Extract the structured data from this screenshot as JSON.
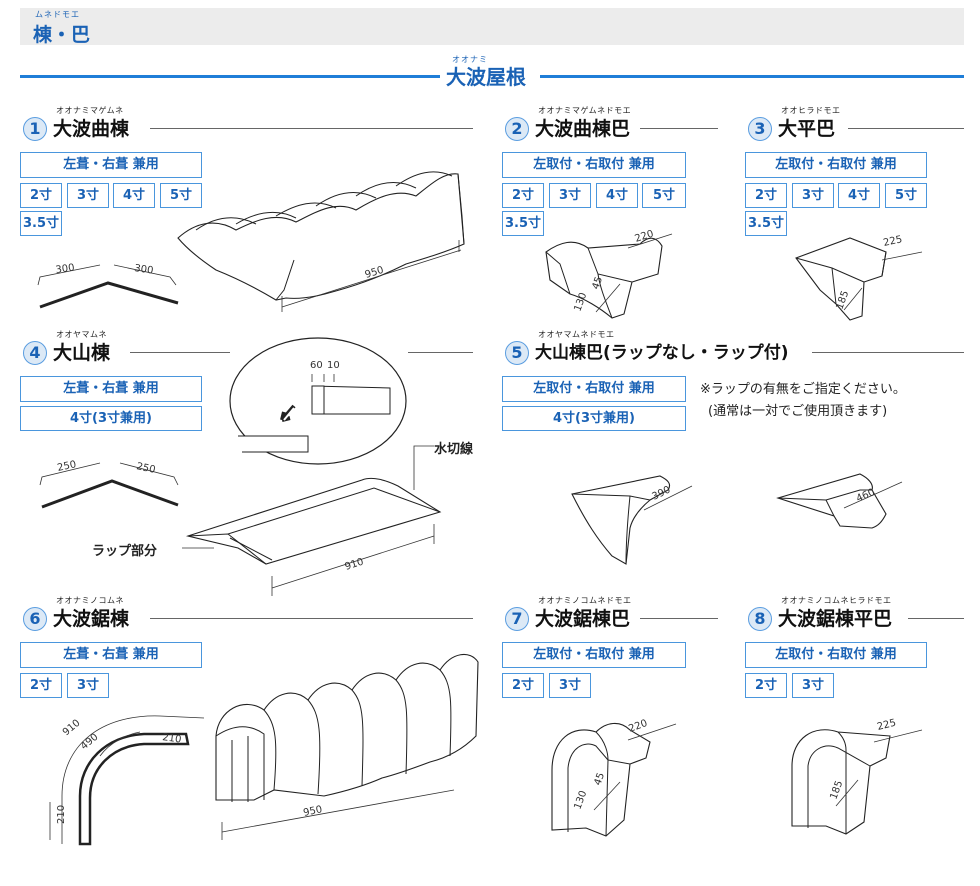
{
  "header": {
    "ruby": "ムネドモエ",
    "title": "棟・巴"
  },
  "section": {
    "ruby": "オオナミ",
    "title": "大波屋根"
  },
  "items": [
    {
      "no": "1",
      "ruby": "オオナミマゲムネ",
      "title": "大波曲棟",
      "usage": "左葺・右葺 兼用",
      "sizes": [
        "2寸",
        "3寸",
        "4寸",
        "5寸",
        "3.5寸"
      ],
      "dims": [
        "300",
        "300",
        "950"
      ]
    },
    {
      "no": "2",
      "ruby": "オオナミマゲムネドモエ",
      "title": "大波曲棟巴",
      "usage": "左取付・右取付 兼用",
      "sizes": [
        "2寸",
        "3寸",
        "4寸",
        "5寸",
        "3.5寸"
      ],
      "dims": [
        "220",
        "130",
        "45"
      ]
    },
    {
      "no": "3",
      "ruby": "オオヒラドモエ",
      "title": "大平巴",
      "usage": "左取付・右取付 兼用",
      "sizes": [
        "2寸",
        "3寸",
        "4寸",
        "5寸",
        "3.5寸"
      ],
      "dims": [
        "225",
        "185"
      ]
    },
    {
      "no": "4",
      "ruby": "オオヤマムネ",
      "title": "大山棟",
      "usage": "左葺・右葺 兼用",
      "sizes": [
        "4寸(3寸兼用)"
      ],
      "dims": [
        "250",
        "250",
        "910",
        "60",
        "10"
      ],
      "callouts": [
        "水切線",
        "ラップ部分"
      ]
    },
    {
      "no": "5",
      "ruby": "オオヤマムネドモエ",
      "title": "大山棟巴(ラップなし・ラップ付)",
      "usage": "左取付・右取付 兼用",
      "sizes": [
        "4寸(3寸兼用)"
      ],
      "dims": [
        "390",
        "460"
      ],
      "notes": [
        "※ラップの有無をご指定ください。",
        "(通常は一対でご使用頂きます)"
      ]
    },
    {
      "no": "6",
      "ruby": "オオナミノコムネ",
      "title": "大波鋸棟",
      "usage": "左葺・右葺 兼用",
      "sizes": [
        "2寸",
        "3寸"
      ],
      "dims": [
        "910",
        "490",
        "210",
        "210",
        "950"
      ]
    },
    {
      "no": "7",
      "ruby": "オオナミノコムネドモエ",
      "title": "大波鋸棟巴",
      "usage": "左取付・右取付 兼用",
      "sizes": [
        "2寸",
        "3寸"
      ],
      "dims": [
        "220",
        "130",
        "45"
      ]
    },
    {
      "no": "8",
      "ruby": "オオナミノコムネヒラドモエ",
      "title": "大波鋸棟平巴",
      "usage": "左取付・右取付 兼用",
      "sizes": [
        "2寸",
        "3寸"
      ],
      "dims": [
        "225",
        "185"
      ]
    }
  ],
  "colors": {
    "accent": "#1a62b5",
    "line": "#1f7ed8",
    "box_border": "#4a96dd",
    "header_bg": "#ececec"
  }
}
